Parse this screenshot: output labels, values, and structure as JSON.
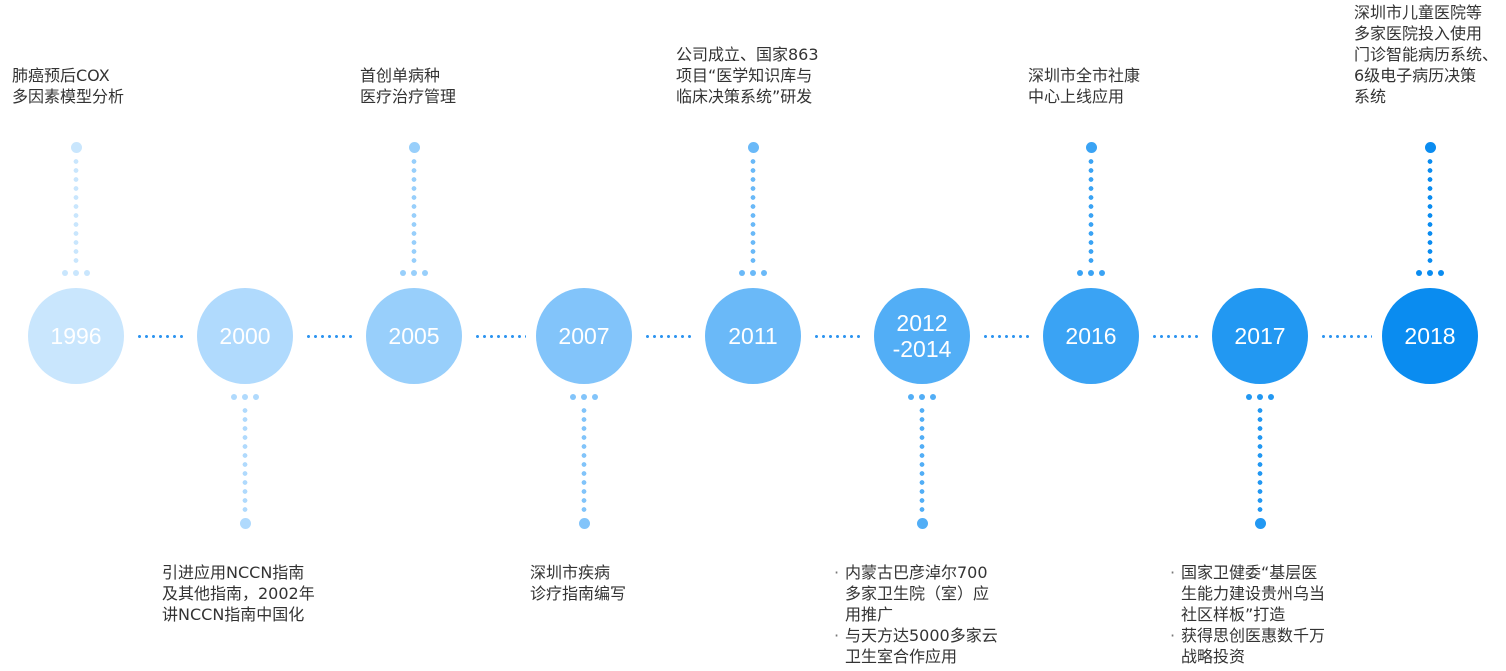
{
  "nodes": [
    {
      "year": "1996",
      "color": "#c9e6fd",
      "position": "top",
      "text_lines": [
        "肺癌预后COX",
        "多因素模型分析"
      ]
    },
    {
      "year": "2000",
      "color": "#b0dafd",
      "position": "bottom",
      "text_lines": [
        "引进应用NCCN指南",
        "及其他指南，2002年",
        "讲NCCN指南中国化"
      ]
    },
    {
      "year": "2005",
      "color": "#98cffb",
      "position": "top",
      "text_lines": [
        "首创单病种",
        "医疗治疗管理"
      ]
    },
    {
      "year": "2007",
      "color": "#82c4fa",
      "position": "bottom",
      "text_lines": [
        "深圳市疾病",
        "诊疗指南编写"
      ]
    },
    {
      "year": "2011",
      "color": "#6ab9f8",
      "position": "top",
      "text_lines": [
        "公司成立、国家863",
        "项目“医学知识库与",
        "临床决策系统”研发"
      ]
    },
    {
      "year": "2012\n-2014",
      "color": "#52aef6",
      "position": "bottom",
      "bullets": [
        [
          "内蒙古巴彦淖尔700",
          "多家卫生院（室）应",
          "用推广"
        ],
        [
          "与天方达5000多家云",
          "卫生室合作应用"
        ]
      ]
    },
    {
      "year": "2016",
      "color": "#3aa3f4",
      "position": "top",
      "text_lines": [
        "深圳市全市社康",
        "中心上线应用"
      ]
    },
    {
      "year": "2017",
      "color": "#2298f2",
      "position": "bottom",
      "bullets": [
        [
          "国家卫健委“基层医",
          "生能力建设贵州乌当",
          "社区样板”打造"
        ],
        [
          "获得思创医惠数千万",
          "战略投资"
        ]
      ]
    },
    {
      "year": "2018",
      "color": "#0a8cf0",
      "position": "top",
      "text_lines": [
        "深圳市儿童医院等",
        "多家医院投入使用",
        "门诊智能病历系统、",
        "6级电子病历决策",
        "系统"
      ]
    }
  ],
  "colors": {
    "connector": "#2f95f0",
    "text": "#333333"
  }
}
